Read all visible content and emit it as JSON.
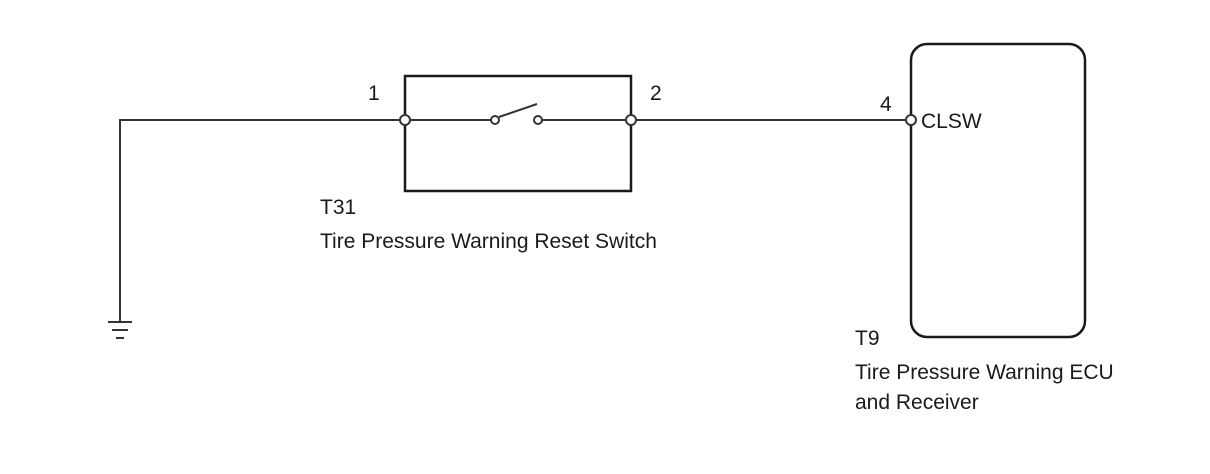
{
  "switch": {
    "code": "T31",
    "name": "Tire Pressure Warning Reset Switch",
    "pin_left": "1",
    "pin_right": "2"
  },
  "ecu": {
    "code": "T9",
    "name_line1": "Tire Pressure Warning ECU",
    "name_line2": "and Receiver",
    "pin": "4",
    "pin_signal": "CLSW"
  },
  "ground": {
    "icon": "ground-symbol-icon"
  }
}
